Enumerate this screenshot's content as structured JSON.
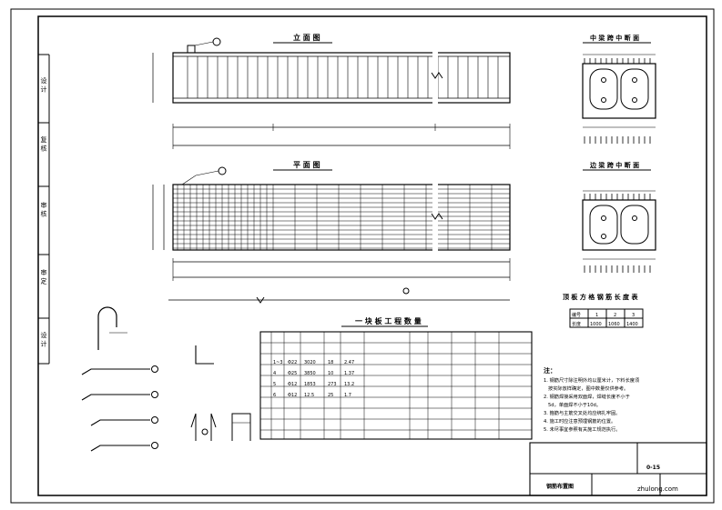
{
  "drawing_title": "钢筋布置图",
  "views": {
    "elevation": "立 面 图",
    "plan": "平 面 图",
    "mid_section": "中 梁 跨 中 断 面",
    "end_section": "边 梁 跨 中 断 面",
    "table_title": "顶 板 方 格 钢 筋 长 度 表"
  },
  "side_labels": [
    "设 计",
    "复 核",
    "审 核",
    "审 定",
    "设 计"
  ],
  "quantity_table": {
    "title": "一 块 板 工 程 数 量",
    "rows": [
      [
        "1~3",
        "Φ22",
        "3020",
        "18",
        "2.47"
      ],
      [
        "4",
        "Φ25",
        "3850",
        "10",
        "1.37"
      ],
      [
        "5",
        "Φ12",
        "1853",
        "273",
        "13.2"
      ],
      [
        "6",
        "Φ12",
        "12.5",
        "25",
        "1.7"
      ]
    ]
  },
  "notes": {
    "heading": "注：",
    "lines": [
      "1. 钢筋尺寸除注明外均以厘米计，下料长度须",
      "按实际放样确定，图中数量仅供参考。",
      "2. 钢筋焊接采用双面焊，焊缝长度不小于",
      "5d，单面焊不小于10d。",
      "3. 箍筋与主筋交叉处均应绑扎牢固。",
      "4. 施工时应注意预埋钢筋的位置。",
      "5. 未尽事宜参照有关施工规范执行。"
    ]
  },
  "small_table": {
    "header": [
      "编号",
      "1",
      "2",
      "3"
    ],
    "row": [
      "长度",
      "1000",
      "1060",
      "1400"
    ]
  },
  "title_block": {
    "sheet_no": "0-15",
    "name_label": "钢筋布置图",
    "watermark": "zhulong.com"
  }
}
